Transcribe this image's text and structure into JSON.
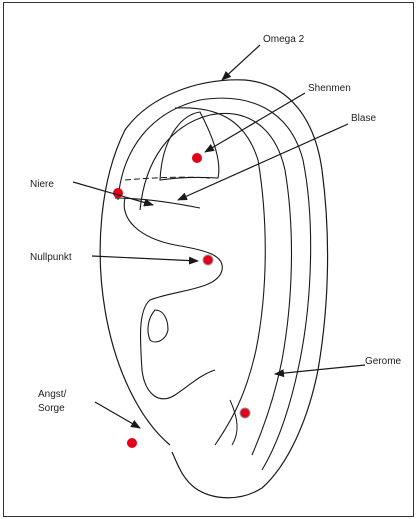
{
  "labels": {
    "omega2": "Omega 2",
    "shenmen": "Shenmen",
    "blase": "Blase",
    "niere": "Niere",
    "nullpunkt": "Nullpunkt",
    "gerome": "Gerome",
    "angst_line1": "Angst/",
    "angst_line2": "Sorge"
  },
  "colors": {
    "point": "#e3001b",
    "line": "#1a1a1a"
  }
}
